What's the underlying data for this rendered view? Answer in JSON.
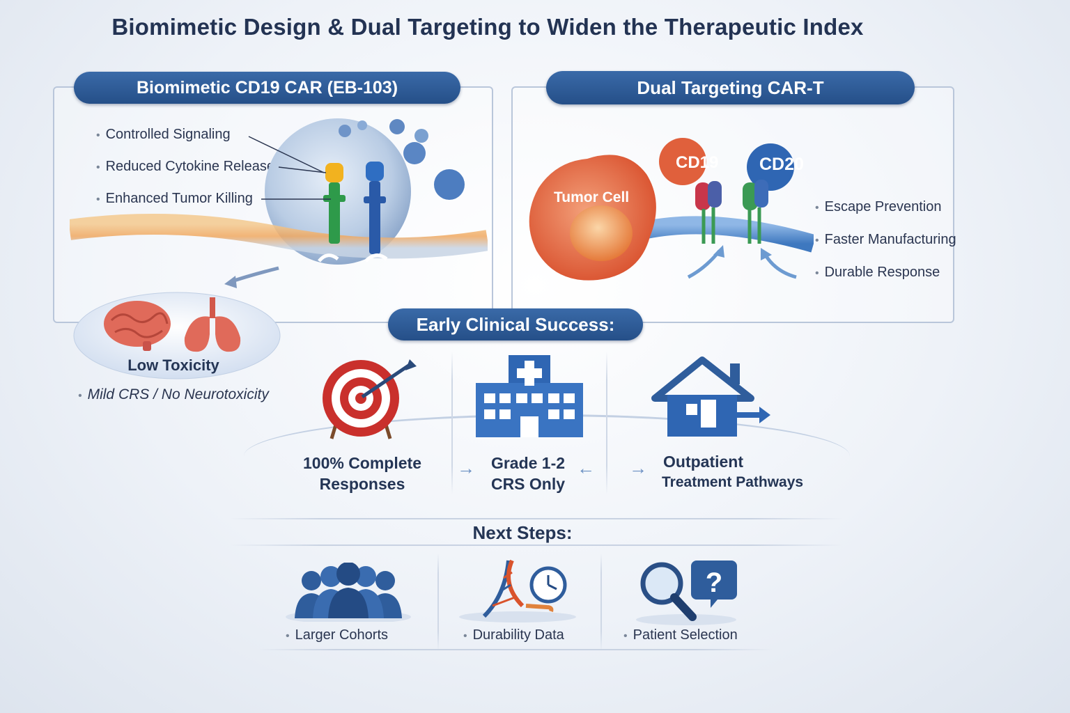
{
  "title": "Biomimetic Design & Dual Targeting to Widen the Therapeutic Index",
  "left_panel": {
    "header": "Biomimetic CD19 CAR (EB-103)",
    "bullets": [
      "Controlled Signaling",
      "Reduced Cytokine Release",
      "Enhanced Tumor Killing"
    ],
    "toxicity_label": "Low Toxicity",
    "toxicity_bullet": "Mild CRS / No Neurotoxicity"
  },
  "right_panel": {
    "header": "Dual Targeting CAR-T",
    "tumor_label": "Tumor Cell",
    "antigen_1": "CD19",
    "antigen_2": "CD20",
    "bullets": [
      "Escape Prevention",
      "Faster Manufacturing",
      "Durable Response"
    ]
  },
  "clinical": {
    "header": "Early Clinical Success:",
    "items": [
      {
        "line1": "100% Complete",
        "line2": "Responses",
        "icon": "target-icon"
      },
      {
        "line1": "Grade 1-2",
        "line2": "CRS Only",
        "icon": "hospital-icon"
      },
      {
        "line1": "Outpatient",
        "line2": "Treatment Pathways",
        "icon": "house-icon"
      }
    ]
  },
  "next_steps": {
    "header": "Next Steps:",
    "items": [
      {
        "label": "Larger Cohorts",
        "icon": "people-icon"
      },
      {
        "label": "Durability Data",
        "icon": "dna-clock-icon"
      },
      {
        "label": "Patient Selection",
        "icon": "magnifier-question-icon"
      }
    ]
  },
  "colors": {
    "accent": "#2e5c98",
    "tumor": "#e0603c",
    "cd20": "#2f66b3"
  }
}
